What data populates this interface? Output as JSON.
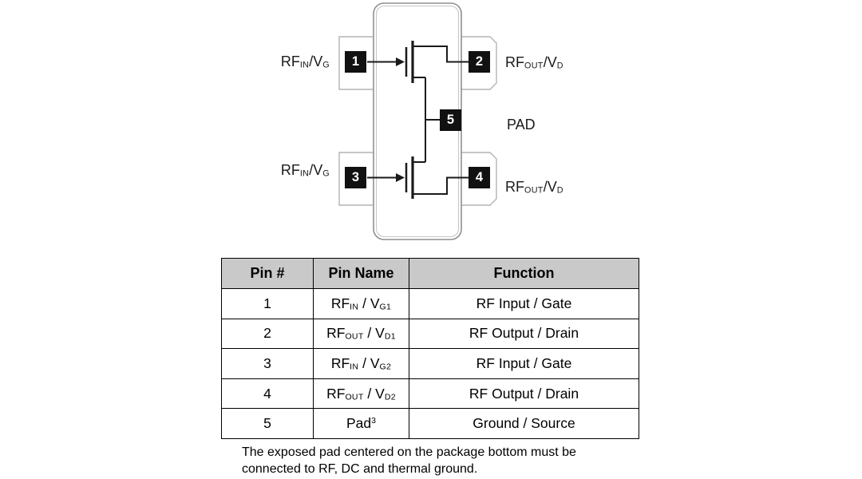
{
  "diagram": {
    "pins": {
      "pin1": "1",
      "pin2": "2",
      "pin3": "3",
      "pin4": "4",
      "pin5": "5"
    },
    "labels": {
      "pin1": [
        {
          "t": "RF"
        },
        {
          "t": "IN",
          "s": "sub"
        },
        {
          "t": "/V"
        },
        {
          "t": "G",
          "s": "sub"
        }
      ],
      "pin2": [
        {
          "t": "RF"
        },
        {
          "t": "OUT",
          "s": "sub"
        },
        {
          "t": "/V"
        },
        {
          "t": "D",
          "s": "sub"
        }
      ],
      "pin3": [
        {
          "t": "RF"
        },
        {
          "t": "IN",
          "s": "sub"
        },
        {
          "t": "/V"
        },
        {
          "t": "G",
          "s": "sub"
        }
      ],
      "pin4": [
        {
          "t": "RF"
        },
        {
          "t": "OUT",
          "s": "sub"
        },
        {
          "t": "/V"
        },
        {
          "t": "D",
          "s": "sub"
        }
      ],
      "pad": [
        {
          "t": "PAD"
        }
      ]
    }
  },
  "table": {
    "headers": [
      "Pin #",
      "Pin Name",
      "Function"
    ],
    "rows": [
      {
        "num": "1",
        "name": [
          {
            "t": "RF"
          },
          {
            "t": "IN",
            "s": "sub"
          },
          {
            "t": " / V"
          },
          {
            "t": "G1",
            "s": "sub"
          }
        ],
        "function": "RF Input / Gate"
      },
      {
        "num": "2",
        "name": [
          {
            "t": "RF"
          },
          {
            "t": "OUT",
            "s": "sub"
          },
          {
            "t": " / V"
          },
          {
            "t": "D1",
            "s": "sub"
          }
        ],
        "function": "RF Output / Drain"
      },
      {
        "num": "3",
        "name": [
          {
            "t": "RF"
          },
          {
            "t": "IN",
            "s": "sub"
          },
          {
            "t": " / V"
          },
          {
            "t": "G2",
            "s": "sub"
          }
        ],
        "function": "RF Input / Gate"
      },
      {
        "num": "4",
        "name": [
          {
            "t": "RF"
          },
          {
            "t": "OUT",
            "s": "sub"
          },
          {
            "t": " / V"
          },
          {
            "t": "D2",
            "s": "sub"
          }
        ],
        "function": "RF Output / Drain"
      },
      {
        "num": "5",
        "name": [
          {
            "t": "Pad"
          },
          {
            "t": "3",
            "s": "sup"
          }
        ],
        "function": "Ground / Source"
      }
    ]
  },
  "note": {
    "line1": "The exposed pad centered on the package bottom must be",
    "line2": "connected to RF, DC and thermal ground."
  },
  "colors": {
    "table_header_bg": "#c9c9c9",
    "pin_marker_bg": "#111111",
    "pin_marker_text": "#ffffff",
    "diagram_line": "#1a1a1a",
    "package_outline": "#8f8f8f",
    "package_outline_inner": "#c6c6c6",
    "lead_outline": "#b3b3b3"
  }
}
